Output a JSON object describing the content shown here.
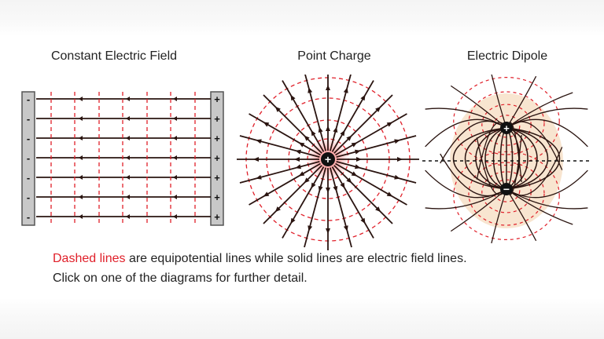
{
  "titles": {
    "constant": "Constant Electric Field",
    "point": "Point Charge",
    "dipole": "Electric Dipole"
  },
  "symbols": {
    "plus": "+",
    "minus": "-",
    "minus_dipole": "−"
  },
  "caption": {
    "highlight": "Dashed lines",
    "line1_rest": " are equipotential lines while solid lines are electric field lines.",
    "line2": "Click on one of the diagrams for further detail."
  },
  "colors": {
    "field_line": "#2a1410",
    "equipotential": "#e0202a",
    "plate_fill": "#c8c8c8",
    "dipole_glow": "#f6dcc0",
    "point_glow": "#ff9a9a"
  }
}
